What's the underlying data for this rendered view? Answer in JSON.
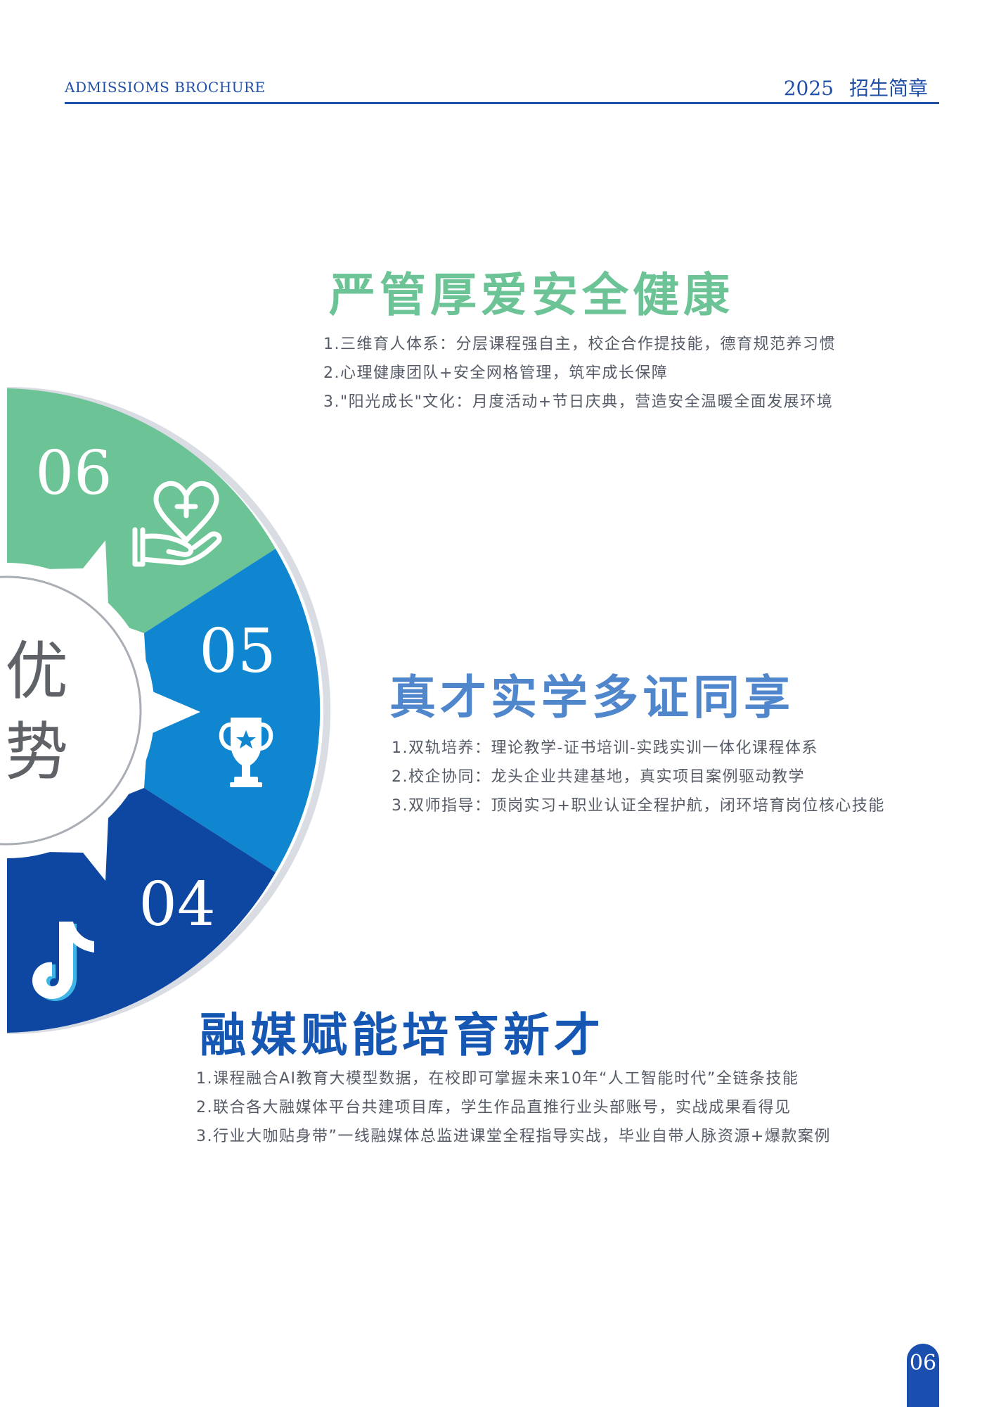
{
  "header": {
    "left_text": "ADMISSIOMS BROCHURE",
    "year": "2025",
    "title": "招生简章"
  },
  "wheel": {
    "center_chars": [
      "优",
      "势"
    ],
    "segments": [
      {
        "number": "06",
        "icon": "heart-hand-icon",
        "color": "#6cc395"
      },
      {
        "number": "05",
        "icon": "trophy-icon",
        "color": "#0f86cf"
      },
      {
        "number": "04",
        "icon": "tiktok-icon",
        "color": "#0d47a1"
      }
    ]
  },
  "sections": [
    {
      "title": "严管厚爱安全健康",
      "color": "#6cc395",
      "items": [
        "1.三维育人体系：分层课程强自主，校企合作提技能，德育规范养习惯",
        "2.心理健康团队+安全网格管理，筑牢成长保障",
        "3.\"阳光成长\"文化：月度活动+节日庆典，营造安全温暖全面发展环境"
      ]
    },
    {
      "title": "真才实学多证同享",
      "color": "#4f86cc",
      "items": [
        "1.双轨培养：理论教学-证书培训-实践实训一体化课程体系",
        "2.校企协同：龙头企业共建基地，真实项目案例驱动教学",
        "3.双师指导：顶岗实习+职业认证全程护航，闭环培育岗位核心技能"
      ]
    },
    {
      "title": "融媒赋能培育新才",
      "color": "#1557b2",
      "items": [
        "1.课程融合AI教育大模型数据，在校即可掌握未来10年“人工智能时代”全链条技能",
        "2.联合各大融媒体平台共建项目库，学生作品直推行业头部账号，实战成果看得见",
        "3.行业大咖贴身带”一线融媒体总监进课堂全程指导实战，毕业自带人脉资源+爆款案例"
      ]
    }
  ],
  "page_number": "06"
}
